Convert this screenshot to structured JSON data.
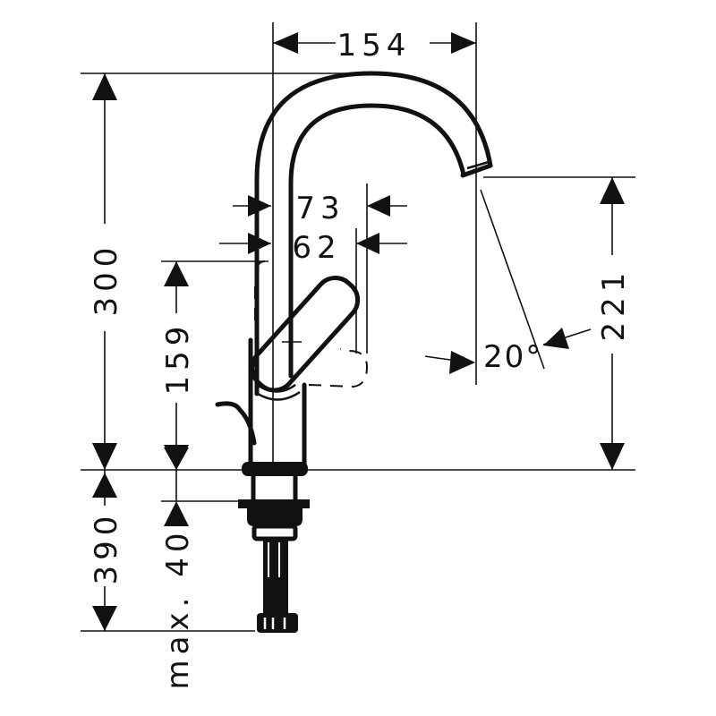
{
  "dimensions": {
    "spout_reach": "154",
    "handle_offset_a": "73",
    "handle_offset_b": "62",
    "total_height": "300",
    "handle_height": "159",
    "spout_height": "221",
    "spout_angle": "20°",
    "hose_length": "390",
    "max_thickness": "max. 40"
  },
  "colors": {
    "line": "#111111",
    "background": "#ffffff"
  }
}
